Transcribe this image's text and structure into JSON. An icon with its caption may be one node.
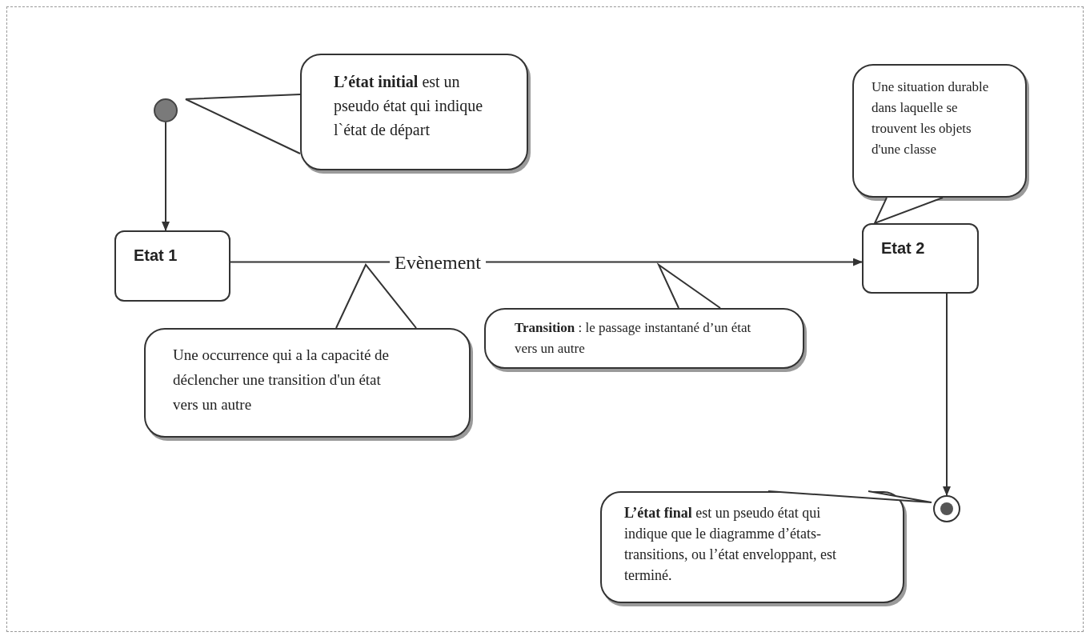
{
  "diagram": {
    "nodes": [
      {
        "text": [],
        "shape": "circle"
      },
      {
        "text": [
          "**L’état initial** est un pseudo état qui indique l`état de départ"
        ]
      },
      {
        "text": [
          "Etat 1"
        ]
      },
      {
        "text": [
          "Etat 2"
        ]
      },
      {
        "text": [
          "Une situation durable dans laquelle se trouvent les objets d'une classe"
        ]
      },
      {
        "text": [
          "Une occurrence qui a la capacité de déclencher une transition d'un état vers un autre"
        ]
      },
      {
        "text": [
          "**Transition** : le passage instantané d’un état vers un autre"
        ]
      },
      {
        "text": [],
        "shape": "circle"
      },
      {
        "text": [
          "**L’état final** est un pseudo état qui indique que le diagramme d’états-transitions, ou l’état enveloppant, est terminé."
        ]
      }
    ],
    "edges": [
      {
        "from": 0,
        "to": 2,
        "arrow": "to"
      },
      {
        "from": 2,
        "to": 3,
        "arrow": "to",
        "label": "Evènement"
      },
      {
        "from": 3,
        "to": 7,
        "arrow": "to"
      }
    ]
  }
}
